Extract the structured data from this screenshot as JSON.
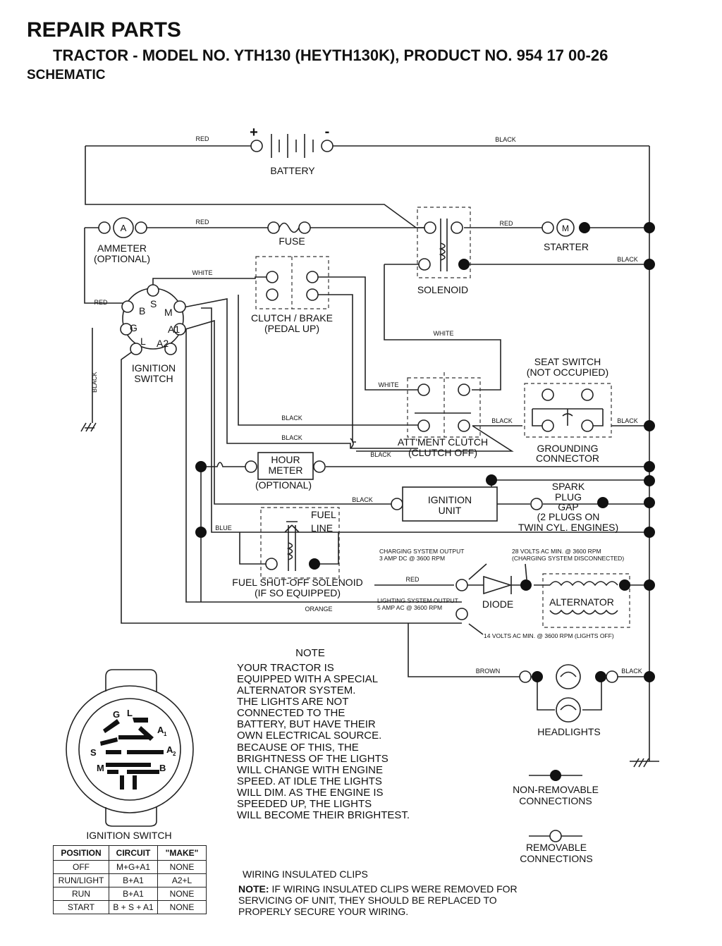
{
  "header": {
    "title": "REPAIR PARTS",
    "subtitle": "TRACTOR - MODEL NO. YTH130 (HEYTH130K), PRODUCT NO. 954 17 00-26",
    "section": "SCHEMATIC"
  },
  "components": {
    "battery": "BATTERY",
    "plus": "+",
    "minus": "-",
    "ammeter": "AMMETER",
    "ammeter_opt": "(OPTIONAL)",
    "ammeter_symbol": "A",
    "fuse": "FUSE",
    "solenoid": "SOLENOID",
    "starter": "STARTER",
    "starter_symbol": "M",
    "clutch_brake": "CLUTCH / BRAKE",
    "clutch_brake_sub": "(PEDAL UP)",
    "ignition_switch_1": "IGNITION",
    "ignition_switch_2": "SWITCH",
    "seat_switch": "SEAT SWITCH",
    "seat_switch_sub": "(NOT OCCUPIED)",
    "attment_clutch": "ATT'MENT CLUTCH",
    "attment_clutch_sub": "(CLUTCH OFF)",
    "grounding_1": "GROUNDING",
    "grounding_2": "CONNECTOR",
    "hour_meter_1": "HOUR",
    "hour_meter_2": "METER",
    "hour_meter_opt": "(OPTIONAL)",
    "ignition_unit_1": "IGNITION",
    "ignition_unit_2": "UNIT",
    "spark_1": "SPARK",
    "spark_2": "PLUG",
    "spark_3": "GAP",
    "spark_4": "(2 PLUGS ON",
    "spark_5": "TWIN CYL. ENGINES)",
    "fuel_line_1": "FUEL",
    "fuel_line_2": "LINE",
    "fuel_sol_1": "FUEL SHUT-OFF SOLENOID",
    "fuel_sol_2": "(IF SO EQUIPPED)",
    "diode": "DIODE",
    "alternator": "ALTERNATOR",
    "headlights": "HEADLIGHTS",
    "charging_1": "CHARGING SYSTEM OUTPUT",
    "charging_2": "3 AMP DC @ 3600 RPM",
    "volts28_1": "28 VOLTS AC MIN. @ 3600 RPM",
    "volts28_2": "(CHARGING SYSTEM DISCONNECTED)",
    "lighting_1": "LIGHTING SYSTEM OUTPUT",
    "lighting_2": "5 AMP AC @ 3600 RPM",
    "volts14": "14 VOLTS AC MIN. @ 3600 RPM (LIGHTS OFF)",
    "terminals": {
      "b": "B",
      "s": "S",
      "m": "M",
      "g": "G",
      "l": "L",
      "a1": "A1",
      "a2": "A2"
    }
  },
  "wire_colors": {
    "red": "RED",
    "black": "BLACK",
    "white": "WHITE",
    "blue": "BLUE",
    "orange": "ORANGE",
    "brown": "BROWN"
  },
  "note": {
    "title": "NOTE",
    "lines": [
      "YOUR TRACTOR IS",
      "EQUIPPED WITH A SPECIAL",
      "ALTERNATOR SYSTEM.",
      "THE LIGHTS ARE NOT",
      "CONNECTED TO THE",
      "BATTERY, BUT HAVE THEIR",
      "OWN ELECTRICAL SOURCE.",
      "BECAUSE OF THIS, THE",
      "BRIGHTNESS OF THE LIGHTS",
      "WILL CHANGE WITH ENGINE",
      "SPEED.  AT IDLE THE LIGHTS",
      "WILL DIM.  AS THE ENGINE IS",
      "SPEEDED UP, THE LIGHTS",
      "WILL BECOME THEIR BRIGHTEST."
    ]
  },
  "legend": {
    "non_removable_1": "NON-REMOVABLE",
    "non_removable_2": "CONNECTIONS",
    "removable_1": "REMOVABLE",
    "removable_2": "CONNECTIONS"
  },
  "ignition_face": {
    "title": "IGNITION SWITCH",
    "labels": {
      "g": "G",
      "l": "L",
      "a1": "A",
      "a1_sub": "1",
      "a2": "A",
      "a2_sub": "2",
      "s": "S",
      "m": "M",
      "b": "B"
    }
  },
  "ignition_table": {
    "headers": [
      "POSITION",
      "CIRCUIT",
      "\"MAKE\""
    ],
    "rows": [
      [
        "OFF",
        "M+G+A1",
        "NONE"
      ],
      [
        "RUN/LIGHT",
        "B+A1",
        "A2+L"
      ],
      [
        "RUN",
        "B+A1",
        "NONE"
      ],
      [
        "START",
        "B + S + A1",
        "NONE"
      ]
    ]
  },
  "clips": {
    "title": "WIRING INSULATED CLIPS",
    "note_label": "NOTE:",
    "line1": " IF WIRING INSULATED CLIPS WERE REMOVED FOR",
    "line2": "SERVICING OF UNIT, THEY SHOULD BE REPLACED TO",
    "line3": "PROPERLY SECURE YOUR WIRING."
  }
}
